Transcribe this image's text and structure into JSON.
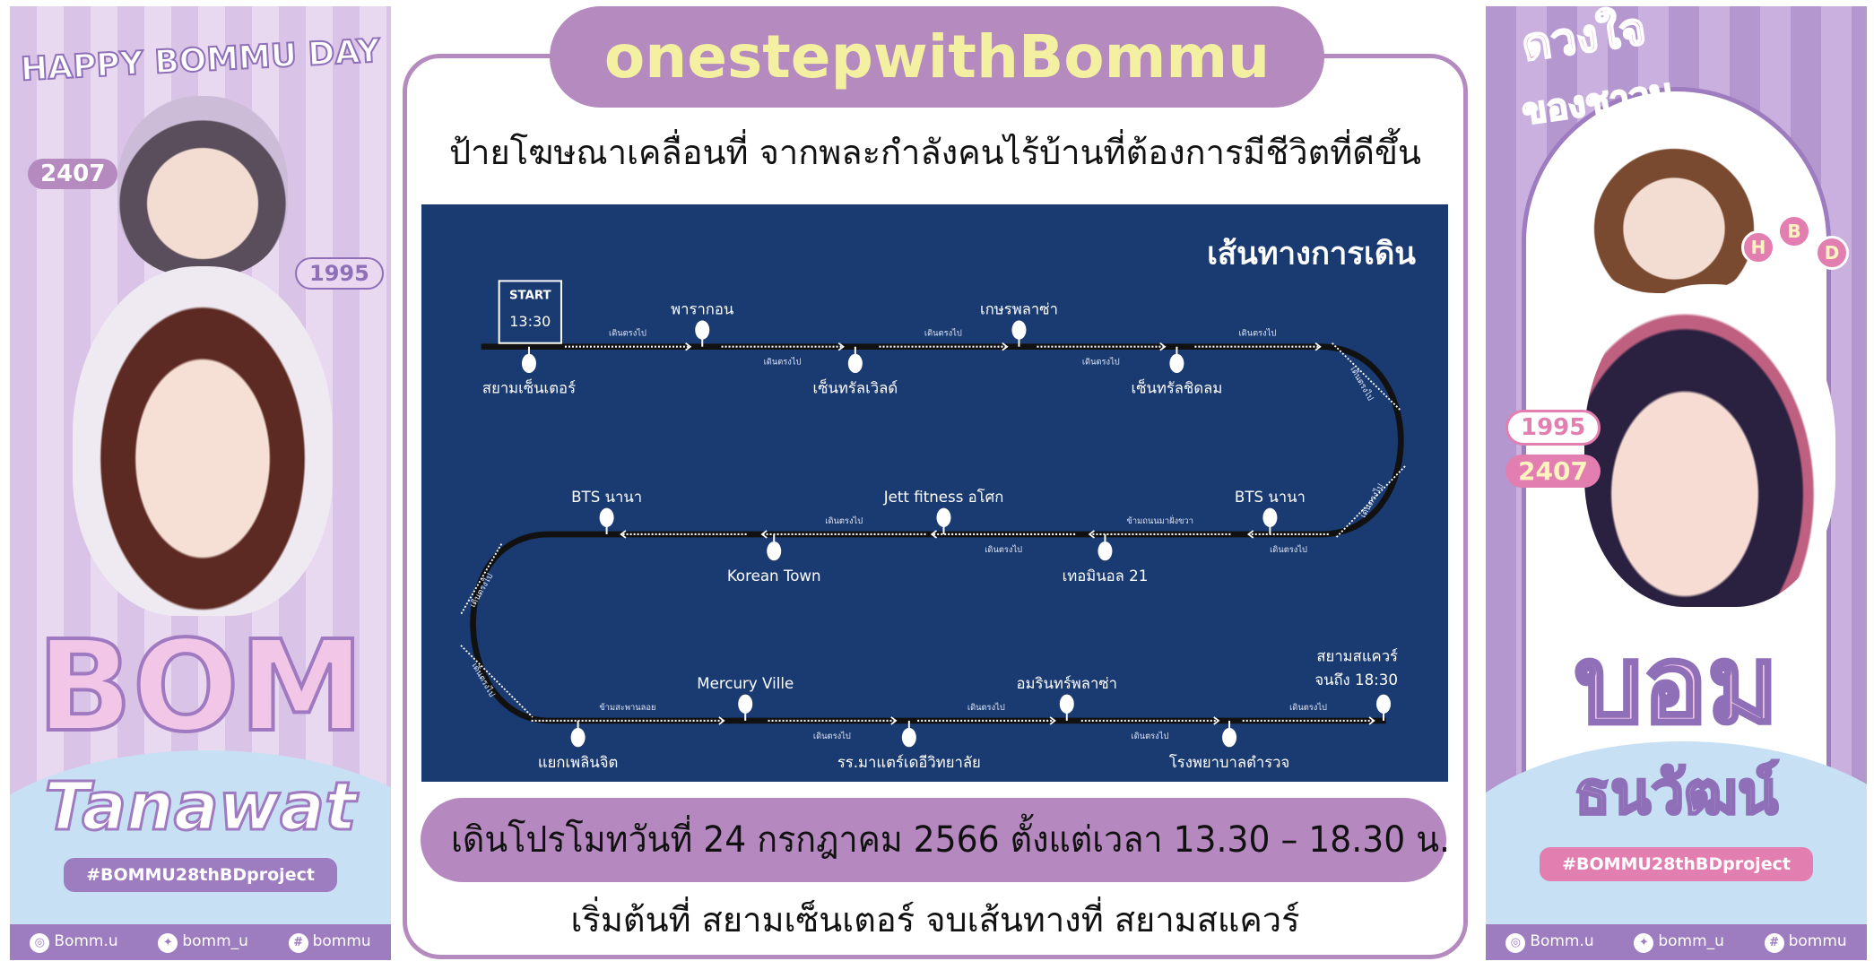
{
  "header": {
    "title": "onestepwithBommu",
    "subtitle": "ป้ายโฆษณาเคลื่อนที่ จากพละกำลังคนไร้บ้านที่ต้องการมีชีวิตที่ดีขึ้น"
  },
  "map": {
    "title": "เส้นทางการเดิน",
    "start_sign": "START",
    "start_time": "13:30",
    "segment_label": "เดินตรงไป",
    "rows": [
      {
        "stops": [
          {
            "name": "สยามเซ็นเตอร์",
            "side": "down"
          },
          {
            "name": "พารากอน",
            "side": "up"
          },
          {
            "name": "เซ็นทรัลเวิลด์",
            "side": "down"
          },
          {
            "name": "เกษรพลาซ่า",
            "side": "up"
          },
          {
            "name": "เซ็นทรัลชิดลม",
            "side": "down"
          }
        ],
        "notes": [
          "เดินตรงไป",
          "เดินตรงไป",
          "เดินตรงไป",
          "เดินตรงไป",
          "เดินตรงไป"
        ]
      },
      {
        "stops": [
          {
            "name": "BTS นานา",
            "side": "up"
          },
          {
            "name": "เทอมินอล 21",
            "side": "down"
          },
          {
            "name": "Jett fitness อโศก",
            "side": "up"
          },
          {
            "name": "Korean Town",
            "side": "down"
          },
          {
            "name": "BTS นานา",
            "side": "up"
          }
        ],
        "notes": [
          "เดินตรงไป",
          "ข้ามถนนมาฝั่งขวา",
          "เดินตรงไป",
          "เดินตรงไป"
        ]
      },
      {
        "stops": [
          {
            "name": "แยกเพลินจิต",
            "side": "down"
          },
          {
            "name": "Mercury Ville",
            "side": "up"
          },
          {
            "name": "รร.มาแตร์เดอีวิทยาลัย",
            "side": "down"
          },
          {
            "name": "อมรินทร์พลาซ่า",
            "side": "up"
          },
          {
            "name": "โรงพยาบาลตำรวจ",
            "side": "down"
          },
          {
            "name": "สยามสแควร์",
            "name2": "จนถึง 18:30",
            "side": "up"
          }
        ],
        "notes": [
          "ข้ามสะพานลอย",
          "เดินตรงไป",
          "เดินตรงไป",
          "เดินตรงไป",
          "เดินตรงไป"
        ]
      }
    ],
    "curve_notes": [
      "เดินตรงไป",
      "เดินตรงไป",
      "เดินตรงไป",
      "เดินตรงไป"
    ]
  },
  "footer": {
    "date_line": "เดินโปรโมทวันที่ 24 กรกฎาคม 2566 ตั้งแต่เวลา 13.30 – 18.30 น.",
    "route_line": "เริ่มต้นที่ สยามเซ็นเตอร์ จบเส้นทางที่ สยามสแควร์"
  },
  "left_poster": {
    "headline": "HAPPY BOMMU DAY",
    "date": "2407",
    "year": "1995",
    "name_big": "BOM",
    "name_script": "Tanawat",
    "hashtag": "#BOMMU28thBDproject"
  },
  "right_poster": {
    "headline": "ดวงใจ",
    "headline2": "ของชาวมุ",
    "hbd": [
      "H",
      "B",
      "D"
    ],
    "year": "1995",
    "date": "2407",
    "name_big": "บอม",
    "name_thai": "ธนวัฒน์",
    "hashtag": "#BOMMU28thBDproject"
  },
  "social": {
    "instagram": "Bomm.u",
    "twitter": "bomm_u",
    "hashtag": "bommu"
  },
  "colors": {
    "purple": "#b48abf",
    "navy": "#1a3a72",
    "yellow": "#f4f0a2",
    "pink": "#e27fb0"
  }
}
